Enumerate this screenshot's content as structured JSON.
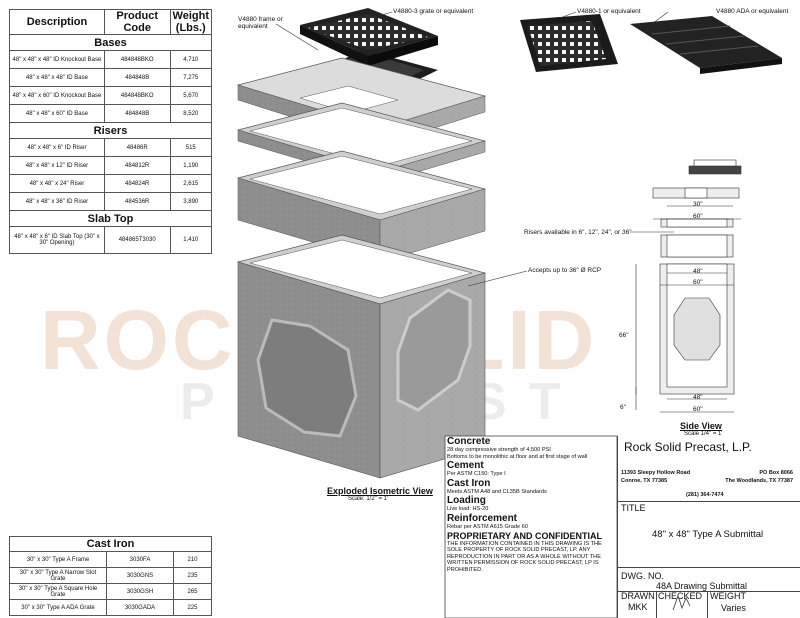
{
  "table": {
    "headers": [
      "Description",
      "Product Code",
      "Weight (Lbs.)"
    ],
    "sections": [
      {
        "title": "Bases",
        "rows": [
          [
            "48\" x 48\" x 48\" ID Knockout Base",
            "484848BKO",
            "4,710"
          ],
          [
            "48\" x 48\" x 48\" ID Base",
            "484848B",
            "7,275"
          ],
          [
            "48\" x 48\" x 60\" ID Knockout Base",
            "484848BKO",
            "5,670"
          ],
          [
            "48\" x 48\" x 60\" ID Base",
            "484848B",
            "8,520"
          ]
        ]
      },
      {
        "title": "Risers",
        "rows": [
          [
            "48\" x 48\" x 6\" ID Riser",
            "48486R",
            "515"
          ],
          [
            "48\" x 48\" x 12\" ID Riser",
            "484812R",
            "1,190"
          ],
          [
            "48\" x 48\" x 24\" Riser",
            "484824R",
            "2,615"
          ],
          [
            "48\" x 48\" x 36\" ID Riser",
            "484536R",
            "3,890"
          ]
        ]
      },
      {
        "title": "Slab Top",
        "rows": [
          [
            "48\" x 48\" x 6\" ID Slab Top (30\" x 30\" Opening)",
            "484865T3030",
            "1,410"
          ]
        ]
      }
    ]
  },
  "cast_iron": {
    "title": "Cast Iron",
    "rows": [
      [
        "30\" x 30\" Type A Frame",
        "3030FA",
        "210"
      ],
      [
        "30\" x 30\" Type A Narrow Slot Grate",
        "3030GNS",
        "235"
      ],
      [
        "30\" x 30\" Type A Square Hole Grate",
        "3030GSH",
        "265"
      ],
      [
        "30\" x 30\" Type A ADA Grate",
        "3030GADA",
        "225"
      ]
    ]
  },
  "watermark": {
    "line1": "ROCK SOLID",
    "line2": "PRECAST"
  },
  "callouts": {
    "frame": "V4880 frame or equivalent",
    "grate3": "V4880-3 grate or equivalent",
    "grate1": "V4880-1 or equivalent",
    "ada": "V4880 ADA or equivalent",
    "risers": "Risers available in 6\", 12\", 24\", or 36\"",
    "rcp": "Accepts up to 36\" Ø RCP"
  },
  "iso_title": "Exploded Isometric View",
  "iso_scale": "Scale: 1/2\" = 1'",
  "side_title": "Side View",
  "side_scale": "Scale 1/4\" = 1'",
  "dims": {
    "d30": "30\"",
    "d60a": "60\"",
    "d48a": "48\"",
    "d60b": "60\"",
    "d66": "66\"",
    "d6": "6\"",
    "d48b": "48\"",
    "d60c": "60\""
  },
  "notes": {
    "concrete_h": "Concrete",
    "concrete_1": "28 day compressive strength of 4,500 PSI",
    "concrete_2": "Bottoms to be monolithic at floor and at first stage of wall",
    "cement_h": "Cement",
    "cement_1": "Per ASTM C150: Type I",
    "castiron_h": "Cast Iron",
    "castiron_1": "Meets ASTM A48 and CL35B Standards",
    "loading_h": "Loading",
    "loading_1": "Live load: HS-20",
    "reinf_h": "Reinforcement",
    "reinf_1": "Rebar per ASTM A615 Grade 60",
    "prop_h": "PROPRIETARY AND CONFIDENTIAL",
    "prop_1": "THE INFORMATION CONTAINED IN THIS DRAWING IS THE SOLE PROPERTY OF ROCK SOLID PRECAST, LP.  ANY REPRODUCTION IN PART OR AS A WHOLE WITHOUT THE WRITTEN PERMISSION OF ROCK SOLID PRECAST, LP IS PROHIBITED."
  },
  "titleblock": {
    "company": "Rock Solid Precast, L.P.",
    "addr1_left": "11393 Sleepy Hollow Road",
    "addr1_right": "PO Box 8066",
    "addr2_left": "Conroe, TX 77385",
    "addr2_right": "The Woodlands, TX 77387",
    "phone": "(281) 364-7474",
    "title_label": "TITLE",
    "title_value": "48\" x 48\" Type A Submittal",
    "dwg_label": "DWG.  NO.",
    "dwg_value": "48A Drawing Submittal",
    "drawn_label": "DRAWN",
    "checked_label": "CHECKED",
    "weight_label": "WEIGHT",
    "drawn_value": "MKK",
    "weight_value": "Varies"
  }
}
